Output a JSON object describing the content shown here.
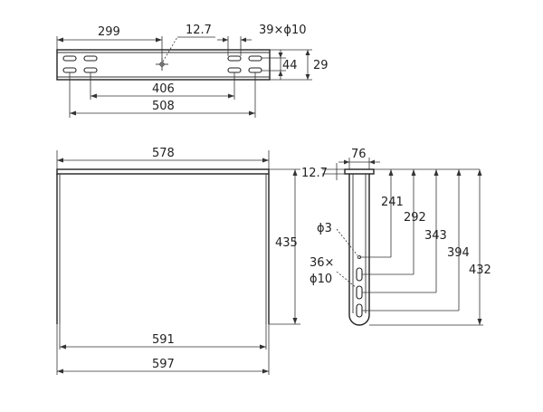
{
  "top_view": {
    "dims": {
      "d299": "299",
      "d12_7": "12.7",
      "d39xphi10": "39×ϕ10",
      "d44": "44",
      "d29": "29",
      "d406": "406",
      "d508": "508"
    }
  },
  "front_view": {
    "dims": {
      "d578": "578",
      "d435": "435",
      "d591": "591",
      "d597": "597"
    }
  },
  "side_view": {
    "dims": {
      "d76": "76",
      "d12_7": "12.7",
      "d241": "241",
      "d292": "292",
      "d343": "343",
      "d394": "394",
      "d432": "432",
      "phi3": "ϕ3",
      "holes_line1": "36×",
      "holes_line2": "ϕ10"
    }
  }
}
